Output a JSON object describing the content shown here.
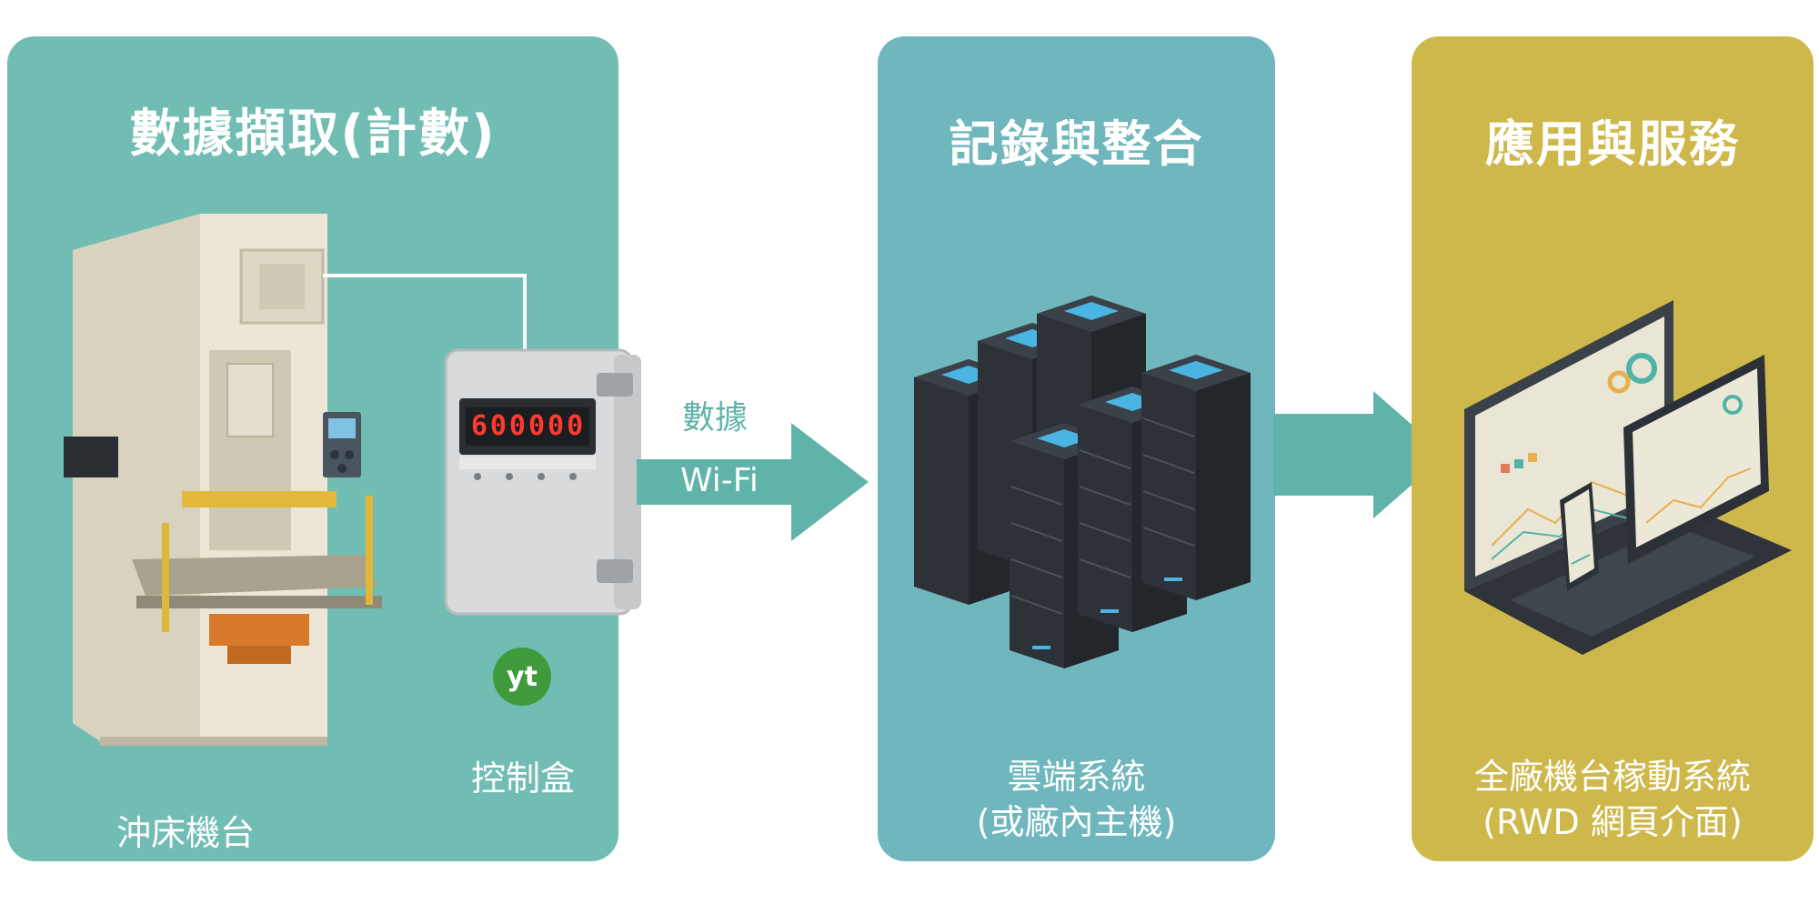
{
  "panels": {
    "capture": {
      "title": "數據擷取(計數)",
      "machine_label": "沖床機台",
      "controller_label": "控制盒",
      "display_value": "600000",
      "logo_text": "yt"
    },
    "cloud": {
      "title": "記錄與整合",
      "caption_line1": "雲端系統",
      "caption_line2": "(或廠內主機)"
    },
    "app": {
      "title": "應用與服務",
      "caption_line1": "全廠機台稼動系統",
      "caption_line2": "(RWD 網頁介面)"
    }
  },
  "arrow1": {
    "label_top": "數據",
    "label_mid": "Wi-Fi"
  },
  "colors": {
    "teal_left": "#72bdb3",
    "teal_mid": "#6fb7bc",
    "gold": "#cfb84b",
    "arrow": "#5fb3a8"
  }
}
